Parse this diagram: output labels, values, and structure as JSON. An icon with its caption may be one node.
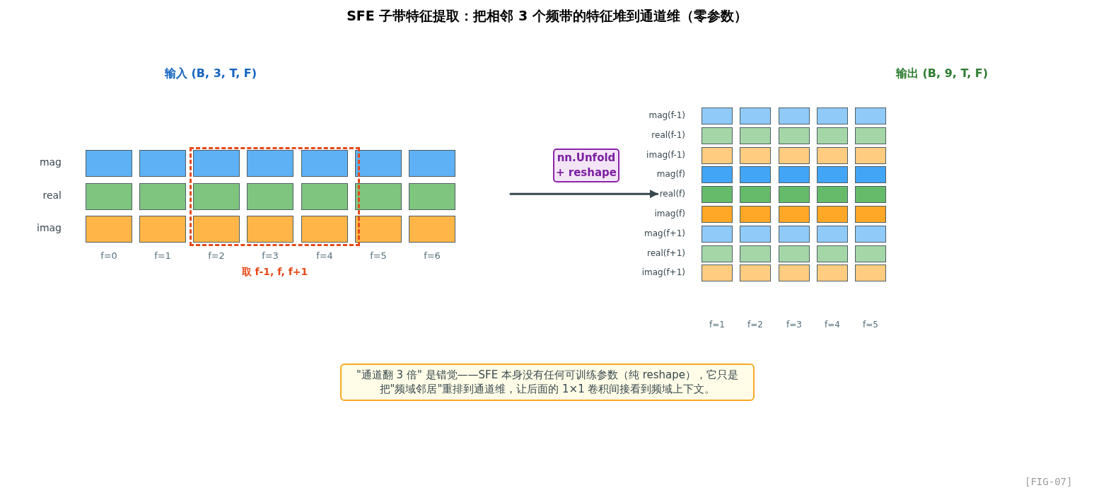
{
  "diagram": {
    "title": "SFE 子带特征提取：把相邻 3 个频带的特征堆到通道维（零参数）",
    "nodes": [
      {
        "text": [
          "取 f-1, f, f+1"
        ]
      },
      {
        "text": [
          "nn.Unfold + reshape"
        ]
      },
      {
        "text": [
          "real(f)"
        ]
      },
      {
        "text": [
          "\"通道翻 3 倍\" 是错觉——SFE 本身没有任何可训练参数（纯 reshape），它只是把\"频域邻居\"重排到通道维，让后面的 1×1 卷积间接看到频域上下文。"
        ]
      }
    ],
    "edges": [
      {
        "from": null,
        "to": 2,
        "arrow": "to"
      }
    ],
    "labels": [
      "输入 (B, 3, T, F)",
      "输出 (B, 9, T, F)",
      "mag",
      "real",
      "imag",
      "f=0",
      "f=1",
      "f=2",
      "f=3",
      "f=4",
      "f=5",
      "f=6",
      "mag(f-1)",
      "real(f-1)",
      "imag(f-1)",
      "mag(f)",
      "imag(f)",
      "mag(f+1)",
      "real(f+1)",
      "imag(f+1)",
      "f=1",
      "f=2",
      "f=3",
      "f=4",
      "f=5",
      "[FIG-07]"
    ]
  }
}
